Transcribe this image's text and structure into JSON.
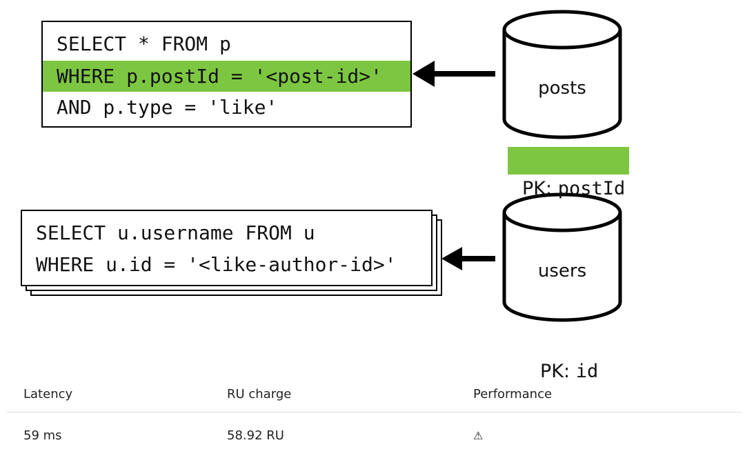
{
  "query1": {
    "lines": [
      "SELECT * FROM p",
      "WHERE p.postId = '<post-id>'",
      "AND p.type = 'like'"
    ],
    "highlight_color": "#7dc642"
  },
  "container1": {
    "name": "posts",
    "pk_prefix": "PK: ",
    "pk_value": "postId"
  },
  "query2": {
    "lines": [
      "SELECT u.username FROM u",
      "WHERE u.id = '<like-author-id>'"
    ]
  },
  "container2": {
    "name": "users",
    "pk_prefix": "PK: ",
    "pk_value": "id"
  },
  "metrics": {
    "headers": [
      "Latency",
      "RU charge",
      "Performance"
    ],
    "row": {
      "latency": "59 ms",
      "ru_charge": "58.92 RU",
      "performance_icon": "warning-icon",
      "performance_symbol": "⚠"
    }
  }
}
